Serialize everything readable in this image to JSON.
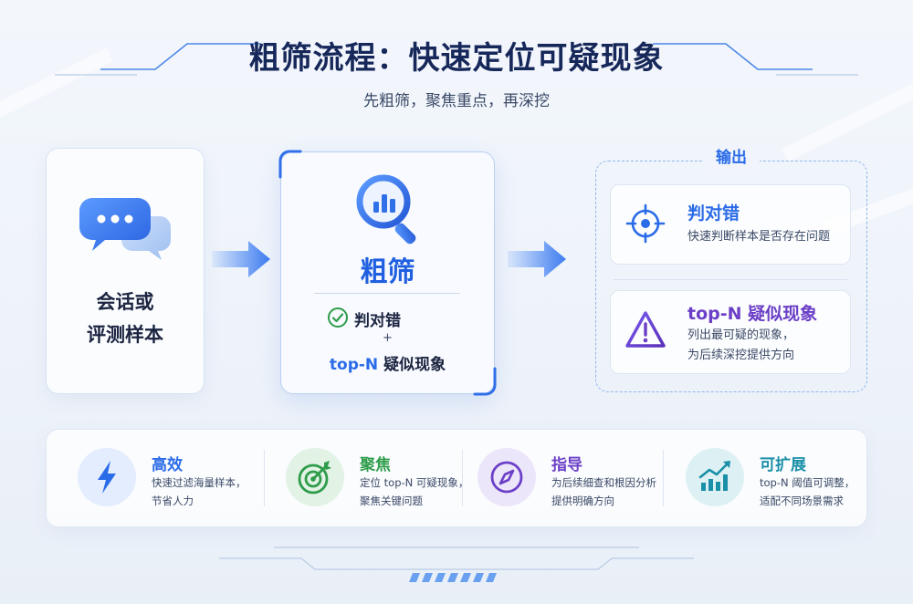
{
  "header": {
    "title": "粗筛流程：快速定位可疑现象",
    "subtitle": "先粗筛，聚焦重点，再深挖"
  },
  "input": {
    "line1": "会话或",
    "line2": "评测样本",
    "icon": "chat-bubbles-icon"
  },
  "screening": {
    "title": "粗筛",
    "judge": "判对错",
    "plus": "+",
    "topn_prefix": "top-N",
    "topn_suffix": "疑似现象",
    "icon": "magnifier-chart-icon"
  },
  "output": {
    "label": "输出",
    "items": [
      {
        "title": "判对错",
        "desc1": "快速判断样本是否存在问题",
        "icon": "crosshair-icon",
        "color": "#2a6be8"
      },
      {
        "title": "top-N 疑似现象",
        "desc1": "列出最可疑的现象，",
        "desc2": "为后续深挖提供方向",
        "icon": "warning-triangle-icon",
        "color": "#6b3fc7"
      }
    ]
  },
  "features": [
    {
      "title": "高效",
      "desc1": "快速过滤海量样本，",
      "desc2": "节省人力",
      "color": "#2a6be8",
      "icon": "lightning-icon"
    },
    {
      "title": "聚焦",
      "desc1": "定位 top-N 可疑现象，",
      "desc2": "聚焦关键问题",
      "color": "#2e9c4a",
      "icon": "target-arrow-icon"
    },
    {
      "title": "指导",
      "desc1": "为后续细查和根因分析",
      "desc2": "提供明确方向",
      "color": "#6b3fc7",
      "icon": "compass-icon"
    },
    {
      "title": "可扩展",
      "desc1": "top-N 阈值可调整，",
      "desc2": "适配不同场景需求",
      "color": "#1a8fa8",
      "icon": "trend-up-icon"
    }
  ]
}
